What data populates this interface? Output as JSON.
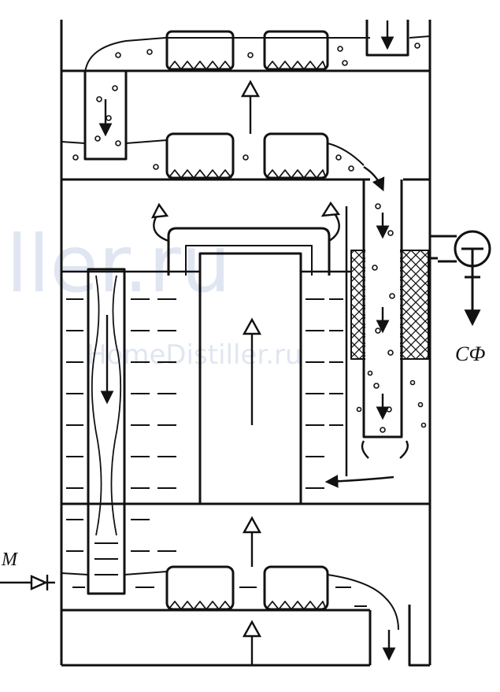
{
  "labels": {
    "inlet": "M",
    "outlet": "СФ"
  },
  "watermark": {
    "large": "iller.ru",
    "small": "HomeDistiller.ru"
  },
  "colors": {
    "ink": "#111111",
    "watermark": "#a8b8d8",
    "background": "#ffffff"
  }
}
